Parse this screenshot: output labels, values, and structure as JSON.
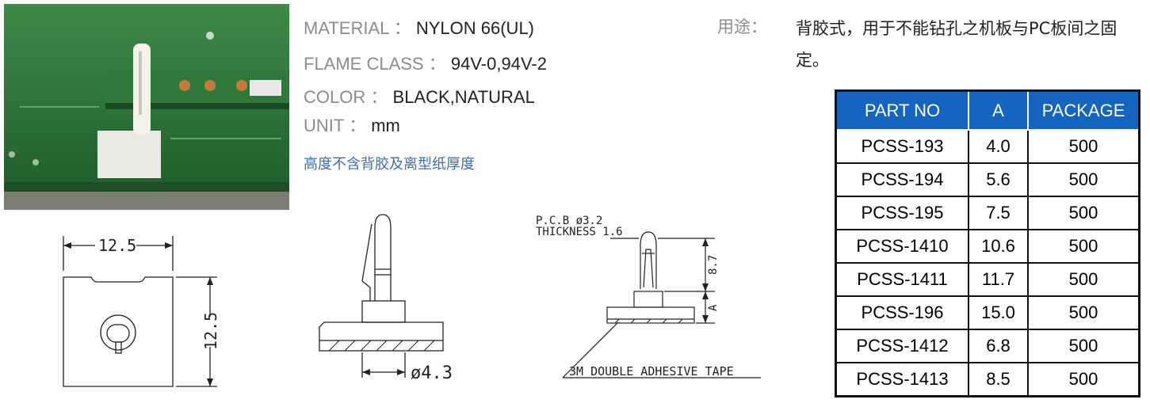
{
  "specs": {
    "material": {
      "key": "MATERIAL",
      "sep": "：",
      "value": "NYLON 66(UL)"
    },
    "flame": {
      "key": "FLAME CLASS",
      "sep": "：",
      "value": "94V-0,94V-2"
    },
    "color": {
      "key": "COLOR",
      "sep": "：",
      "value": "BLACK,NATURAL"
    },
    "unit": {
      "key": "UNIT",
      "sep": "：",
      "value": "mm"
    },
    "note": "高度不含背胶及离型纸厚度"
  },
  "usage": {
    "label": "用途：",
    "text": "背胶式，用于不能钻孔之机板与PC板间之固定。"
  },
  "table": {
    "headers": [
      "PART NO",
      "A",
      "PACKAGE"
    ],
    "rows": [
      [
        "PCSS-193",
        "4.0",
        "500"
      ],
      [
        "PCSS-194",
        "5.6",
        "500"
      ],
      [
        "PCSS-195",
        "7.5",
        "500"
      ],
      [
        "PCSS-1410",
        "10.6",
        "500"
      ],
      [
        "PCSS-1411",
        "11.7",
        "500"
      ],
      [
        "PCSS-196",
        "15.0",
        "500"
      ],
      [
        "PCSS-1412",
        "6.8",
        "500"
      ],
      [
        "PCSS-1413",
        "8.5",
        "500"
      ]
    ]
  },
  "drawings": {
    "top": {
      "width": "12.5",
      "height": "12.5"
    },
    "side": {
      "diameter": "ø4.3"
    },
    "assembly": {
      "pcb_line1": "P.C.B ø3.2",
      "pcb_line2": "THICKNESS 1.6",
      "height": "8.7",
      "a_label": "A",
      "tape": "3M DOUBLE ADHESIVE TAPE"
    }
  },
  "colors": {
    "header_bg": "#1565c0",
    "note_color": "#3f6fb0",
    "pcb_green": "#2e7d3a"
  }
}
